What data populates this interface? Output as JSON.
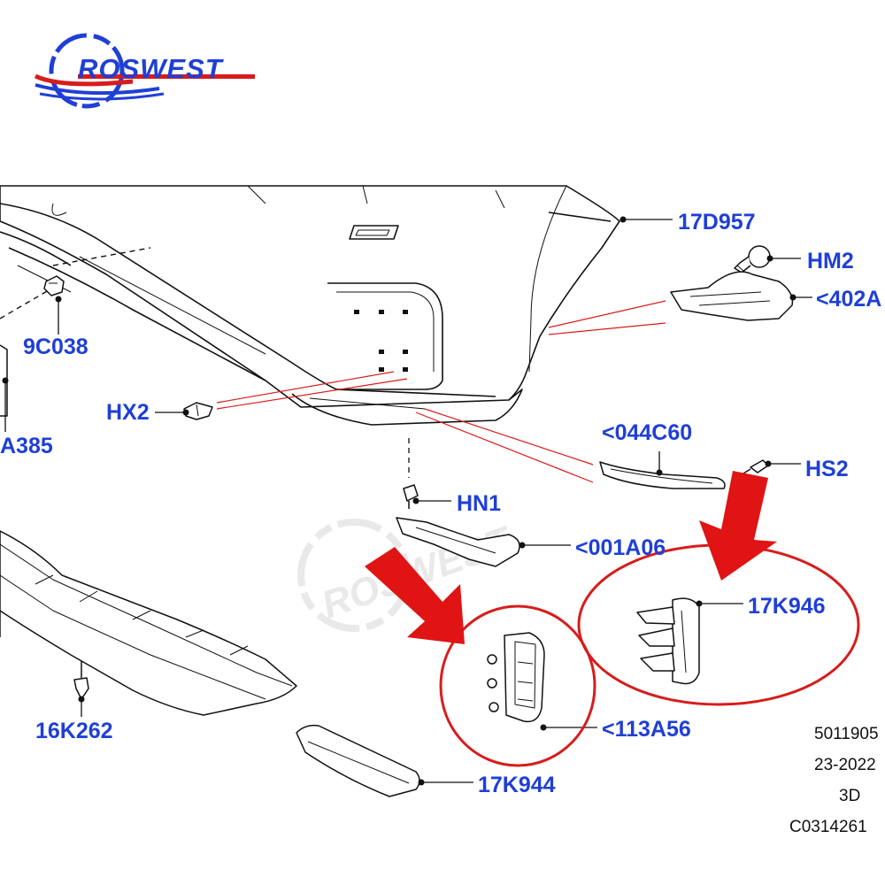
{
  "logo": {
    "brand": "ROSWEST",
    "colors": {
      "primary": "#1f3fd6",
      "accent": "#d81c1c"
    }
  },
  "callouts": [
    {
      "id": "17D957",
      "text": "17D957"
    },
    {
      "id": "HM2",
      "text": "HM2"
    },
    {
      "id": "402A",
      "text": "<402A"
    },
    {
      "id": "9C038",
      "text": "9C038"
    },
    {
      "id": "HX2",
      "text": "HX2"
    },
    {
      "id": "A385",
      "text": "A385"
    },
    {
      "id": "044C60",
      "text": "<044C60"
    },
    {
      "id": "HS2",
      "text": "HS2"
    },
    {
      "id": "HN1",
      "text": "HN1"
    },
    {
      "id": "001A06",
      "text": "<001A06"
    },
    {
      "id": "17K946",
      "text": "17K946"
    },
    {
      "id": "16K262",
      "text": "16K262"
    },
    {
      "id": "113A56",
      "text": "<113A56"
    },
    {
      "id": "17K944",
      "text": "17K944"
    }
  ],
  "diagram_info": {
    "code": "5011905",
    "date": "23-2022",
    "view": "3D",
    "ref": "C0314261"
  },
  "highlights": {
    "color": "#d81c1c",
    "count": 2
  }
}
